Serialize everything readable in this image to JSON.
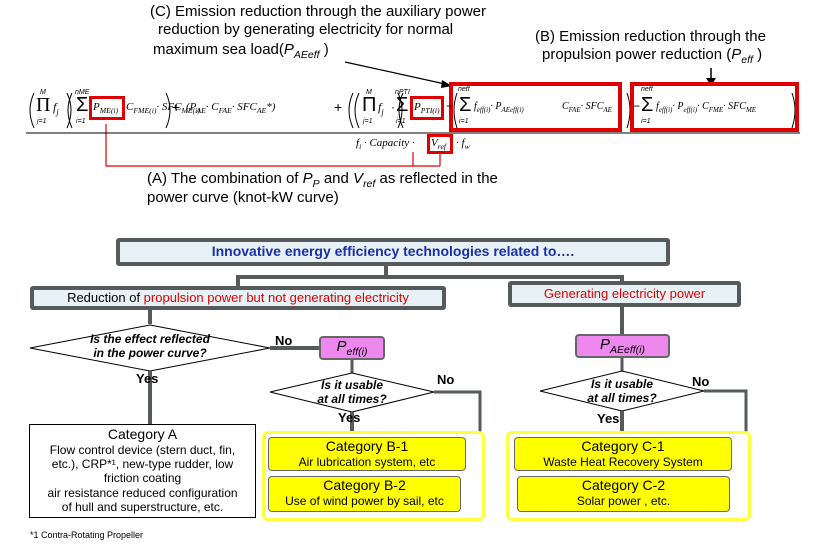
{
  "labels": {
    "c_line1": "(C)  Emission reduction through the auxiliary power",
    "c_line2": "reduction by generating electricity for normal",
    "c_line3": "maximum sea load(",
    "c_sym": "P",
    "c_sub": "AEeff",
    "c_close": " )",
    "b_line1": "(B)  Emission reduction through the",
    "b_line2": "propulsion power reduction (",
    "b_sym": "P",
    "b_sub": "eff",
    "b_close": " )",
    "a_line1_pre": "(A)  The combination of ",
    "a_p": "P",
    "a_p_sub": "P",
    "a_and": " and ",
    "a_v": "V",
    "a_v_sub": "ref",
    "a_line1_post": " as reflected in the",
    "a_line2": "power curve (knot-kW curve)"
  },
  "formula": {
    "prod1": "Π",
    "prod1_top": "M",
    "prod1_bot": "j=1",
    "f_j": "f",
    "f_j_sub": "j",
    "sum1": "Σ",
    "sum1_top": "nME",
    "sum1_bot": "i=1",
    "pme": "P",
    "pme_sub": "ME(i)",
    "cfme_sfc": "C",
    "cfme_sub": "FME(i)",
    "sfc_me": "· SFC",
    "sfc_me_sub": "ME(i)",
    "plus1": "+",
    "ae_term": "(P",
    "ae_term_sub": "AE",
    "ae_mid": "· C",
    "ae_mid_sub": "FAE",
    "ae_sfc": "· SFC",
    "ae_sfc_sub": "AE",
    "ae_star": "*)",
    "plus2": "+",
    "prod2": "Π",
    "prod2_top": "M",
    "prod2_bot": "j=1",
    "f_j2": "f",
    "f_j2_sub": "j",
    "dot2": "·",
    "sum2": "Σ",
    "sum2_top": "nPTI",
    "sum2_bot": "i=1",
    "pti": "P",
    "pti_sub": "PTI(i)",
    "minus1": "−",
    "sum3": "Σ",
    "sum3_top": "neff",
    "sum3_bot": "i=1",
    "feff": "f",
    "feff_sub": "eff(i)",
    "paeeff": "· P",
    "paeeff_sub": "AEeff(i)",
    "cfae2": "C",
    "cfae2_sub": "FAE",
    "sfcae2": "· SFC",
    "sfcae2_sub": "AE",
    "minus2": "−",
    "sum4": "Σ",
    "sum4_top": "neff",
    "sum4_bot": "i=1",
    "feff2": "f",
    "feff2_sub": "eff(i)",
    "peff": "· P",
    "peff_sub": "eff(i)",
    "cfme2": "· C",
    "cfme2_sub": "FME",
    "sfcme2": "· SFC",
    "sfcme2_sub": "ME",
    "den_pre": "f",
    "den_pre_sub": "i",
    "den_cap": "· Capacity ·",
    "vref": "V",
    "vref_sub": "ref",
    "fw": "· f",
    "fw_sub": "w"
  },
  "flow": {
    "header": "Innovative energy efficiency technologies related to….",
    "left_header_pre": "Reduction of ",
    "left_header_red1": "propulsion power",
    "left_header_mid": " ",
    "left_header_red2": "but not generating electricity",
    "right_header": "Generating electricity power",
    "q1_line1": "Is the effect reflected",
    "q1_line2": "in the power curve?",
    "q1_no": "No",
    "q1_yes": "Yes",
    "peff_label": "P",
    "peff_label_sub": "eff(i)",
    "q2_line1": "Is it usable",
    "q2_line2": "at all times?",
    "q2_no": "No",
    "q2_yes": "Yes",
    "paeeff_label": "P",
    "paeeff_label_sub": "AEeff(i)",
    "q3_line1": "Is it usable",
    "q3_line2": "at all times?",
    "q3_no": "No",
    "q3_yes": "Yes",
    "cat_a_title": "Category A",
    "cat_a_l1": "Flow control device (stern duct, fin,",
    "cat_a_l2": "etc.), CRP*¹, new-type rudder, low",
    "cat_a_l3": "friction coating",
    "cat_a_l4": "air resistance reduced configuration",
    "cat_a_l5": "of hull and superstructure, etc.",
    "cat_b1_title": "Category B-1",
    "cat_b1_body": "Air lubrication system, etc",
    "cat_b2_title": "Category B-2",
    "cat_b2_body": "Use of wind power by sail, etc",
    "cat_c1_title": "Category C-1",
    "cat_c1_body": "Waste Heat Recovery System",
    "cat_c2_title": "Category C-2",
    "cat_c2_body": "Solar power , etc."
  },
  "footnote": "*1  Contra-Rotating Propeller",
  "colors": {
    "red": "#e00000",
    "blue_text": "#1a2ea8",
    "header_fill": "#e8f2f6",
    "border_dark": "#555a5a",
    "pink": "#ee88ee",
    "yellow": "#ffff00",
    "yellow_frame": "#ffff40"
  }
}
